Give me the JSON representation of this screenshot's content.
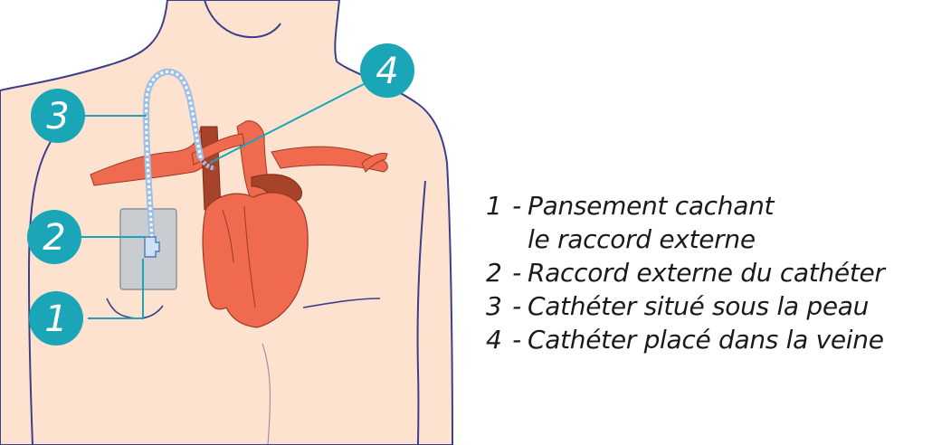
{
  "callouts": [
    {
      "number": "1"
    },
    {
      "number": "2"
    },
    {
      "number": "3"
    },
    {
      "number": "4"
    }
  ],
  "legend": [
    {
      "number": "1",
      "separator": "-",
      "text": "Pansement cachant\nle raccord externe"
    },
    {
      "number": "2",
      "separator": "-",
      "text": "Raccord externe du cathéter"
    },
    {
      "number": "3",
      "separator": "-",
      "text": "Cathéter situé sous la peau"
    },
    {
      "number": "4",
      "separator": "-",
      "text": "Cathéter placé dans la veine"
    }
  ],
  "colors": {
    "skin": "#fde3cf",
    "outline": "#3b3f8c",
    "heart": "#ef6a4e",
    "heart_dark": "#9c3a22",
    "callout": "#1aa6b7",
    "leader": "#1aa6b7",
    "dressing": "#c9cdd2",
    "catheter": "#9fbfe6"
  }
}
